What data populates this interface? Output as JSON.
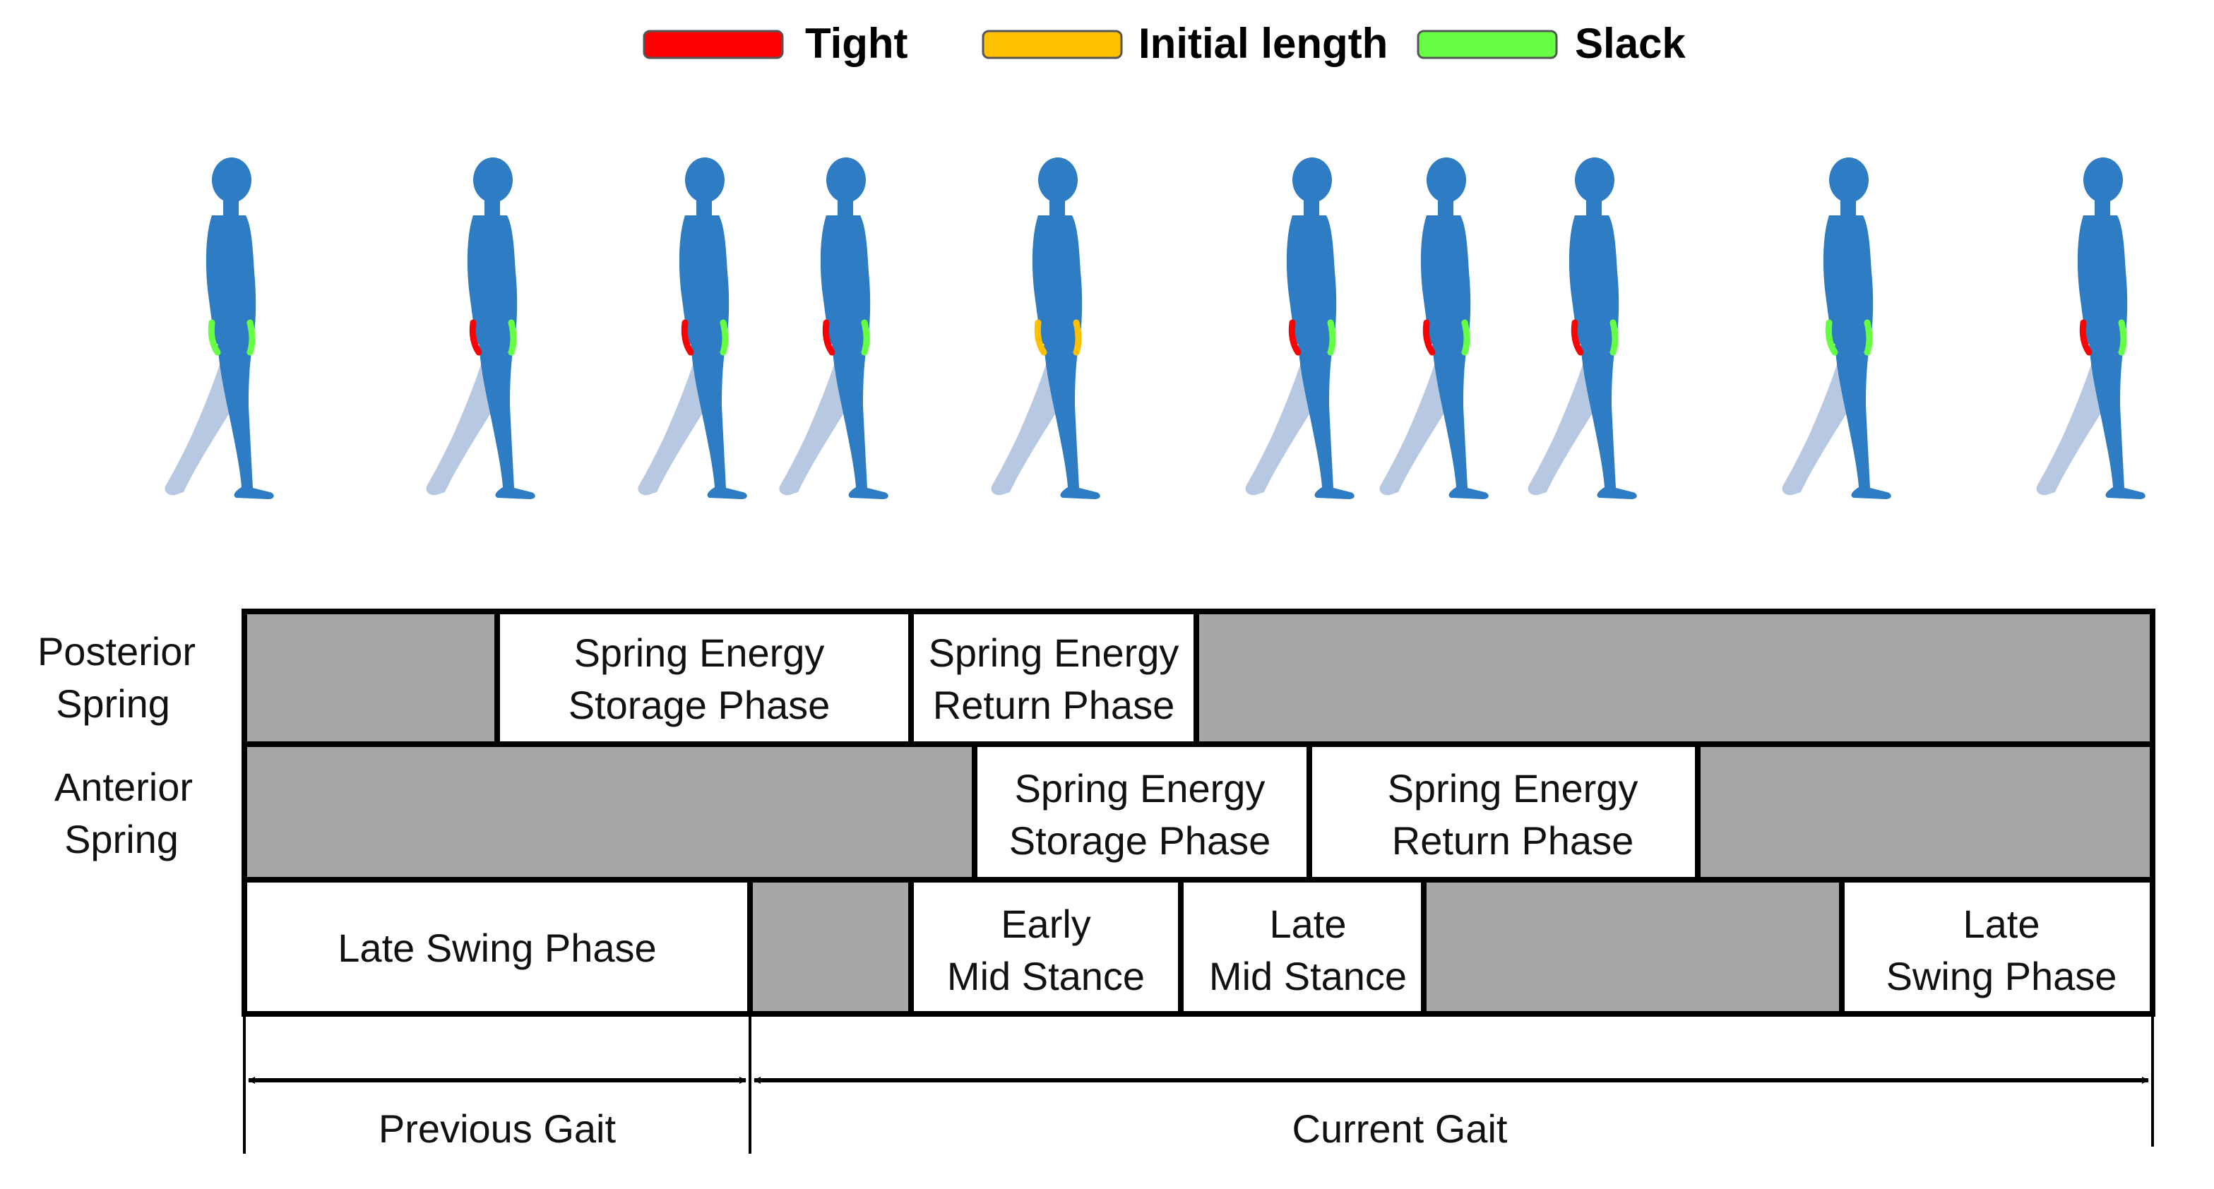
{
  "legend": {
    "items": [
      {
        "label": "Tight",
        "color": "#ff0000"
      },
      {
        "label": "Initial length",
        "color": "#ffc000"
      },
      {
        "label": "Slack",
        "color": "#66ff44"
      }
    ]
  },
  "figures": {
    "body_color": "#2e7cc4",
    "back_leg_color": "#b7c9e2",
    "count": 10,
    "spring_states": [
      "slack",
      "tight",
      "tight",
      "tight",
      "initial",
      "tight",
      "tight",
      "tight",
      "slack",
      "tight"
    ],
    "icons": "walking-human-figure"
  },
  "timeline": {
    "inactive_color": "#a6a6a6",
    "rows": [
      {
        "label_line1": "Posterior",
        "label_line2": "Spring",
        "cells": [
          {
            "line1": "",
            "line2": "",
            "active": false
          },
          {
            "line1": "Spring Energy",
            "line2": "Storage Phase",
            "active": true
          },
          {
            "line1": "Spring Energy",
            "line2": "Return Phase",
            "active": true
          },
          {
            "line1": "",
            "line2": "",
            "active": false
          }
        ]
      },
      {
        "label_line1": "Anterior",
        "label_line2": "Spring",
        "cells": [
          {
            "line1": "",
            "line2": "",
            "active": false
          },
          {
            "line1": "Spring Energy",
            "line2": "Storage Phase",
            "active": true
          },
          {
            "line1": "Spring Energy",
            "line2": "Return Phase",
            "active": true
          },
          {
            "line1": "",
            "line2": "",
            "active": false
          }
        ]
      },
      {
        "label_line1": "",
        "label_line2": "",
        "cells": [
          {
            "line1": "Late Swing Phase",
            "line2": "",
            "active": true
          },
          {
            "line1": "",
            "line2": "",
            "active": false
          },
          {
            "line1": "Early",
            "line2": "Mid Stance",
            "active": true
          },
          {
            "line1": "Late",
            "line2": "Mid Stance",
            "active": true
          },
          {
            "line1": "",
            "line2": "",
            "active": false
          },
          {
            "line1": "Late",
            "line2": "Swing Phase",
            "active": true
          }
        ]
      }
    ],
    "gaits": [
      {
        "label": "Previous Gait"
      },
      {
        "label": "Current Gait"
      }
    ]
  }
}
